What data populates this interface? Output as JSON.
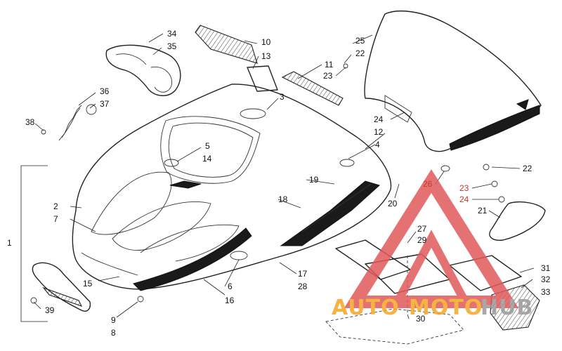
{
  "labels": [
    {
      "id": "34",
      "text": "34"
    },
    {
      "id": "35",
      "text": "35"
    },
    {
      "id": "10",
      "text": "10"
    },
    {
      "id": "13",
      "text": "13"
    },
    {
      "id": "11",
      "text": "11"
    },
    {
      "id": "23a",
      "text": "23"
    },
    {
      "id": "25",
      "text": "25"
    },
    {
      "id": "22a",
      "text": "22"
    },
    {
      "id": "36",
      "text": "36"
    },
    {
      "id": "37",
      "text": "37"
    },
    {
      "id": "38",
      "text": "38"
    },
    {
      "id": "3",
      "text": "3"
    },
    {
      "id": "24a",
      "text": "24"
    },
    {
      "id": "12",
      "text": "12"
    },
    {
      "id": "4",
      "text": "4"
    },
    {
      "id": "5",
      "text": "5"
    },
    {
      "id": "14",
      "text": "14"
    },
    {
      "id": "22b",
      "text": "22"
    },
    {
      "id": "26",
      "text": "26"
    },
    {
      "id": "23b",
      "text": "23"
    },
    {
      "id": "24b",
      "text": "24"
    },
    {
      "id": "19",
      "text": "19"
    },
    {
      "id": "18",
      "text": "18"
    },
    {
      "id": "20",
      "text": "20"
    },
    {
      "id": "21",
      "text": "21"
    },
    {
      "id": "2",
      "text": "2"
    },
    {
      "id": "7",
      "text": "7"
    },
    {
      "id": "1",
      "text": "1"
    },
    {
      "id": "27",
      "text": "27"
    },
    {
      "id": "29",
      "text": "29"
    },
    {
      "id": "17",
      "text": "17"
    },
    {
      "id": "28",
      "text": "28"
    },
    {
      "id": "31",
      "text": "31"
    },
    {
      "id": "32",
      "text": "32"
    },
    {
      "id": "33",
      "text": "33"
    },
    {
      "id": "15",
      "text": "15"
    },
    {
      "id": "6",
      "text": "6"
    },
    {
      "id": "16",
      "text": "16"
    },
    {
      "id": "39",
      "text": "39"
    },
    {
      "id": "9",
      "text": "9"
    },
    {
      "id": "8",
      "text": "8"
    },
    {
      "id": "30",
      "text": "30"
    }
  ],
  "watermark": {
    "part1": "AUTO",
    "part2": "MOTO",
    "part3": "HUB",
    "colors": {
      "auto": "#f5a623",
      "moto": "#f5a623",
      "hub": "#9a9a9a",
      "triangle": "#e05a5a"
    }
  }
}
